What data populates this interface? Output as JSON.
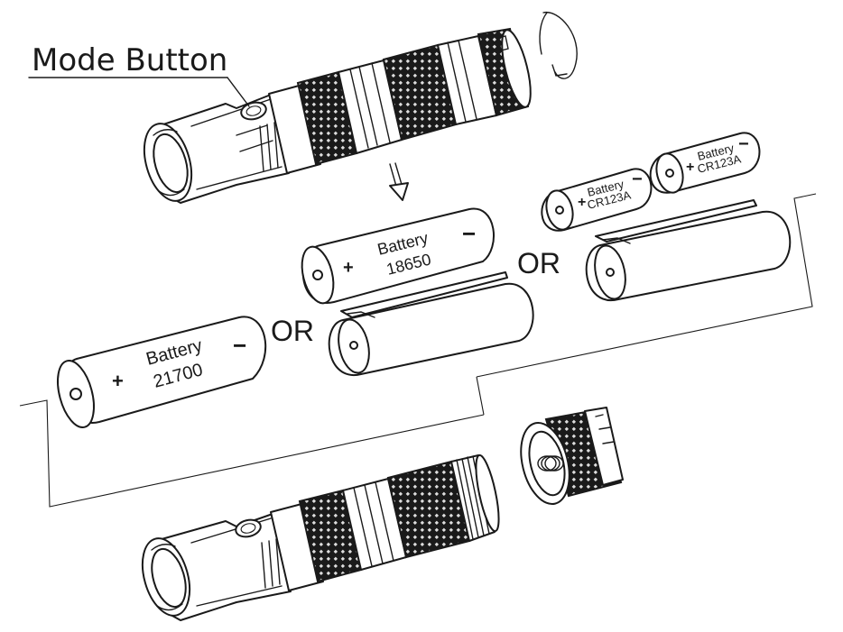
{
  "diagram": {
    "mode_button_label": "Mode Button",
    "or_label": "OR",
    "batteries": [
      {
        "id": "21700",
        "word": "Battery",
        "model": "21700",
        "plus": "+",
        "minus": "−"
      },
      {
        "id": "18650",
        "word": "Battery",
        "model": "18650",
        "plus": "+",
        "minus": "−"
      },
      {
        "id": "cr123a-1",
        "word": "Battery",
        "model": "CR123A",
        "plus": "+",
        "minus": "−"
      },
      {
        "id": "cr123a-2",
        "word": "Battery",
        "model": "CR123A",
        "plus": "+",
        "minus": "−"
      }
    ],
    "colors": {
      "line": "#1a1a1a",
      "background": "#ffffff"
    },
    "icons": [
      "rotate-arrow-icon",
      "down-arrow-icon"
    ]
  }
}
